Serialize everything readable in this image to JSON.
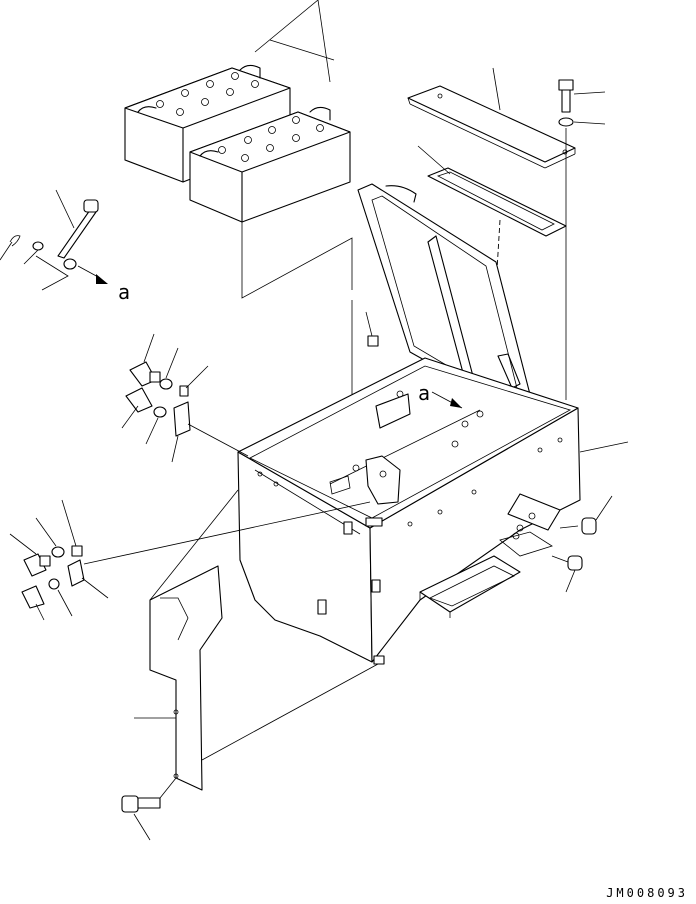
{
  "drawing": {
    "code": "JM008093",
    "view_marker": "a",
    "view_marker_lower": "a"
  }
}
